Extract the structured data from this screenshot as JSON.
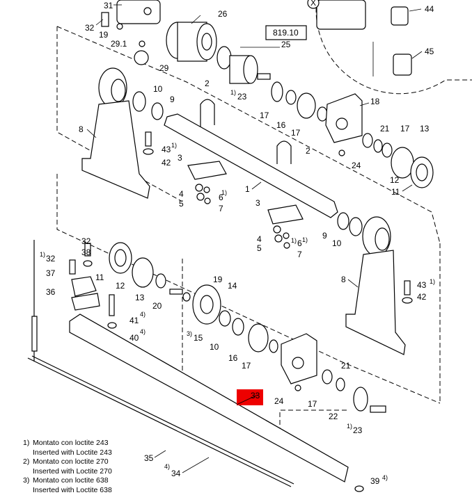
{
  "diagram": {
    "reference_box": "819.10",
    "highlighted_part": "33",
    "highlight_color": "#ee0000",
    "labels": {
      "p31": "31",
      "p32a": "32",
      "p19a": "19",
      "p29_1": "29.1",
      "p29": "29",
      "p26": "26",
      "p25": "25",
      "p44": "44",
      "p45": "45",
      "p10a": "10",
      "p9a": "9",
      "p2a": "2",
      "p23a": "23",
      "p17a": "17",
      "p16a": "16",
      "p17b": "17",
      "p18": "18",
      "p8a": "8",
      "p43a": "43",
      "p42a": "42",
      "p3a": "3",
      "p4a": "4",
      "p5a": "5",
      "p6a": "6",
      "p7a": "7",
      "p1": "1",
      "p2b": "2",
      "p24a": "24",
      "p21a": "21",
      "p17c": "17",
      "p13a": "13",
      "p12a": "12",
      "p11a": "11",
      "p3b": "3",
      "p4b": "4",
      "p5b": "5",
      "p6b": "6",
      "p7b": "7",
      "p9b": "9",
      "p10b": "10",
      "p32b": "32",
      "p38": "38",
      "p32c": "32",
      "p37": "37",
      "p36": "36",
      "p11b": "11",
      "p12b": "12",
      "p13b": "13",
      "p20": "20",
      "p19b": "19",
      "p14": "14",
      "p41": "41",
      "p40": "40",
      "p15": "15",
      "p10c": "10",
      "p16b": "16",
      "p17d": "17",
      "p8b": "8",
      "p43b": "43",
      "p42b": "42",
      "p33": "33",
      "p24b": "24",
      "p21b": "21",
      "p17e": "17",
      "p22": "22",
      "p23b": "23",
      "p35": "35",
      "p34": "34",
      "p39": "39"
    },
    "footnote_marks": {
      "m1a": "1)",
      "m1b": "1)",
      "m1c": "1)",
      "m1d": "1)",
      "m1e": "1)",
      "m1f": "1)",
      "m1g": "1)",
      "m1h": "1)",
      "m3": "3)",
      "m4a": "4)",
      "m4b": "4)",
      "m4c": "4)",
      "m4d": "4)"
    }
  },
  "notes": [
    {
      "num": "1)",
      "it": "Montato con loctite 243",
      "en": "Inserted with Loctite 243"
    },
    {
      "num": "2)",
      "it": "Montato con loctite 270",
      "en": "Inserted with Loctite 270"
    },
    {
      "num": "3)",
      "it": "Montato con loctite 638",
      "en": "Inserted with Loctite 638"
    }
  ]
}
